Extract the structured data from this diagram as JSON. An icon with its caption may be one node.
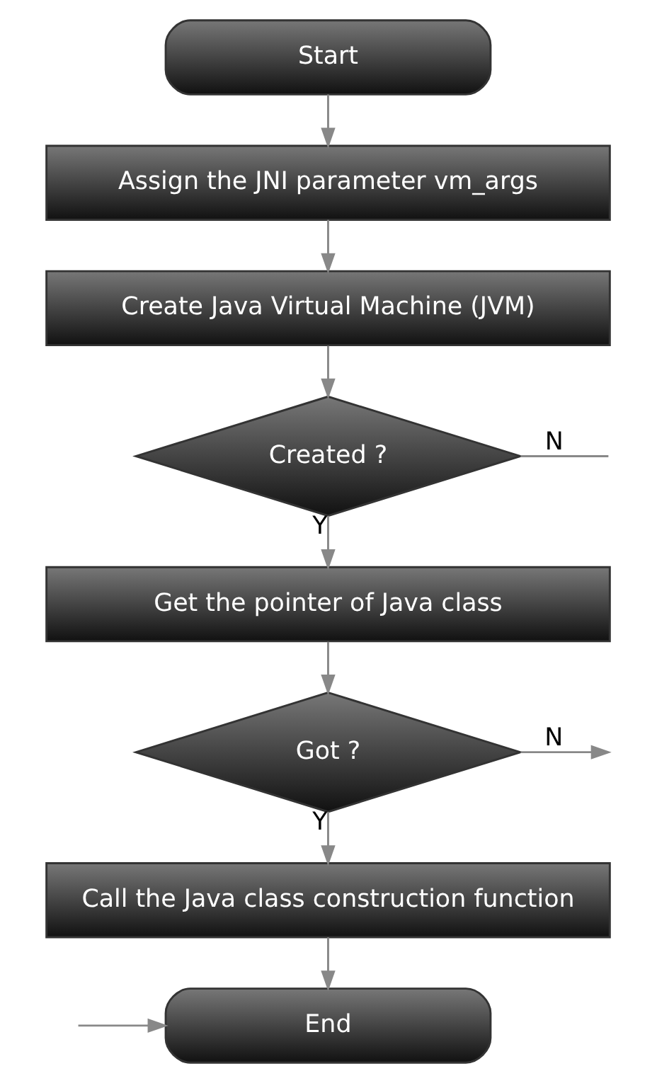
{
  "diagram": {
    "nodes": [
      {
        "text": [
          "Start"
        ]
      },
      {
        "text": [
          "Assign the JNI parameter vm_args"
        ]
      },
      {
        "text": [
          "Create Java Virtual Machine (JVM)"
        ]
      },
      {
        "text": [
          "Created ?"
        ]
      },
      {
        "text": [
          "Get the pointer of Java class"
        ]
      },
      {
        "text": [
          "Got ?"
        ]
      },
      {
        "text": [
          "Call the Java class construction function"
        ]
      },
      {
        "text": [
          "End"
        ]
      }
    ],
    "edges": [
      {
        "from": 0,
        "to": 1,
        "arrow": "to"
      },
      {
        "from": 1,
        "to": 2,
        "arrow": "to"
      },
      {
        "from": 2,
        "to": 3,
        "arrow": "to"
      },
      {
        "from": 3,
        "to": 4,
        "label": "Y",
        "arrow": "to"
      },
      {
        "from": 3,
        "to": null,
        "label": "N",
        "arrow": "none"
      },
      {
        "from": 4,
        "to": 5,
        "arrow": "to"
      },
      {
        "from": 5,
        "to": 6,
        "label": "Y",
        "arrow": "to"
      },
      {
        "from": 5,
        "to": null,
        "label": "N",
        "arrow": "to"
      },
      {
        "from": 6,
        "to": 7,
        "arrow": "to"
      },
      {
        "from": null,
        "to": 7,
        "arrow": "to"
      }
    ]
  }
}
